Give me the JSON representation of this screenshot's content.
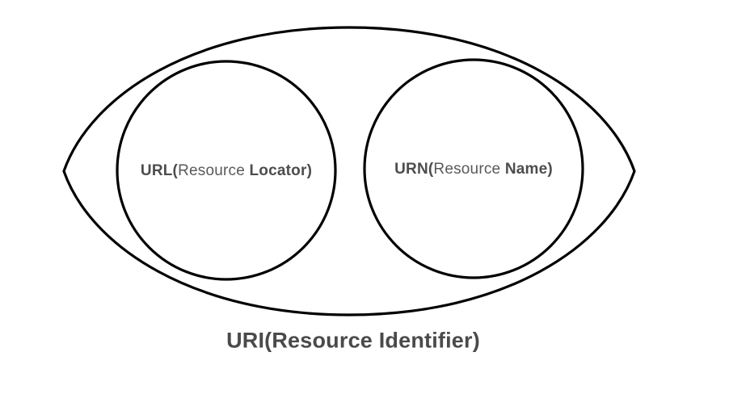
{
  "colors": {
    "background": "#ffffff",
    "shape_stroke": "#000000",
    "label_text": "#4d4d4d",
    "title_text": "#4a4a4a"
  },
  "diagram": {
    "outer_set": {
      "label": "URI(Resource Identifier)"
    },
    "left_set": {
      "bold_start": "URL(",
      "regular_middle": "Resource ",
      "bold_end": "Locator)",
      "full_label": "URL(Resource Locator)"
    },
    "right_set": {
      "bold_start": "URN(",
      "regular_middle": "Resource ",
      "bold_end": "Name)",
      "full_label": "URN(Resource Name)"
    }
  }
}
